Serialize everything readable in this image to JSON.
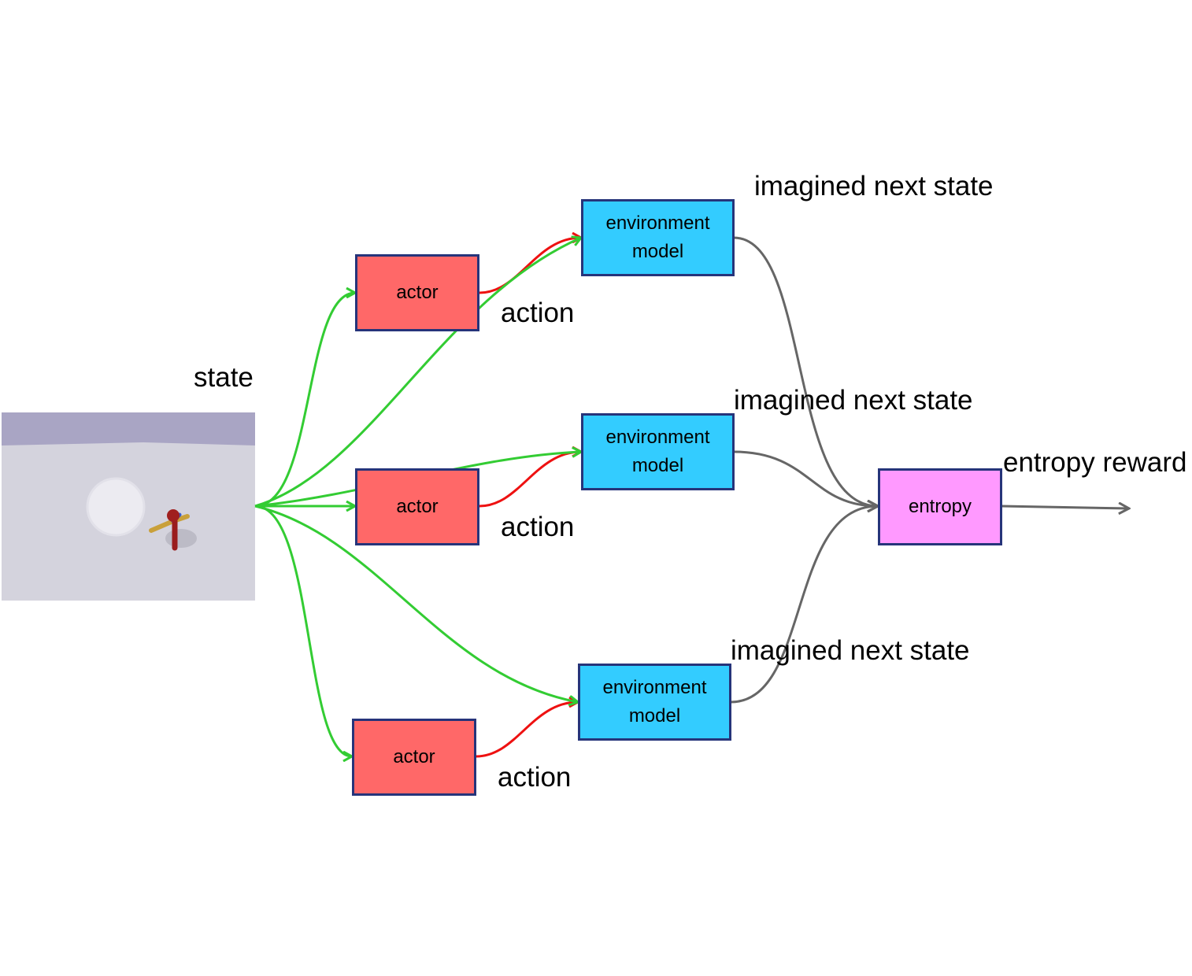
{
  "labels": {
    "state": "state",
    "imagined_next_state": "imagined next state",
    "action": "action",
    "entropy_reward": "entropy reward"
  },
  "boxes": {
    "actor": "actor",
    "environment_model": "environment model",
    "entropy": "entropy"
  },
  "colors": {
    "actor_fill": "#ff6868",
    "env_fill": "#33ccff",
    "entropy_fill": "#ff99ff",
    "box_border": "#26347a",
    "state_arrows": "#33cc33",
    "action_arrows": "#ee1111",
    "output_arrows": "#666666"
  }
}
